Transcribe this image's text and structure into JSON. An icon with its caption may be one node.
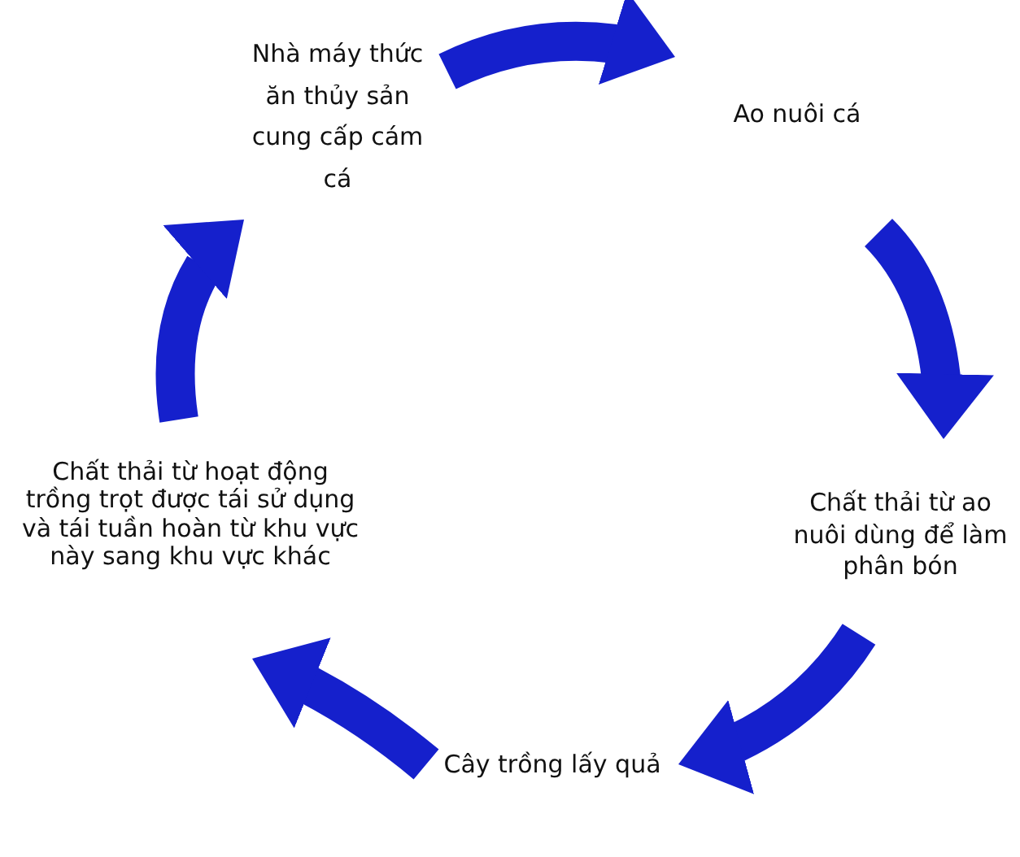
{
  "diagram": {
    "nodes": [
      {
        "text": [
          "Nhà máy thức ăn thủy sản cung cấp cám cá"
        ]
      },
      {
        "text": [
          "Ao nuôi cá"
        ]
      },
      {
        "text": [
          "Chất thải từ ao nuôi dùng để làm phân bón"
        ]
      },
      {
        "text": [
          "Cây trồng lấy quả"
        ]
      },
      {
        "text": [
          "Chất thải từ hoạt động trồng trọt được tái sử dụng và tái tuần hoàn từ khu vực này sang khu vực khác"
        ]
      }
    ],
    "edges": [
      {
        "from": 0,
        "to": 1,
        "arrow": "to"
      },
      {
        "from": 1,
        "to": 2,
        "arrow": "to"
      },
      {
        "from": 2,
        "to": 3,
        "arrow": "to"
      },
      {
        "from": 3,
        "to": 4,
        "arrow": "to"
      },
      {
        "from": 4,
        "to": 0,
        "arrow": "to"
      }
    ]
  }
}
